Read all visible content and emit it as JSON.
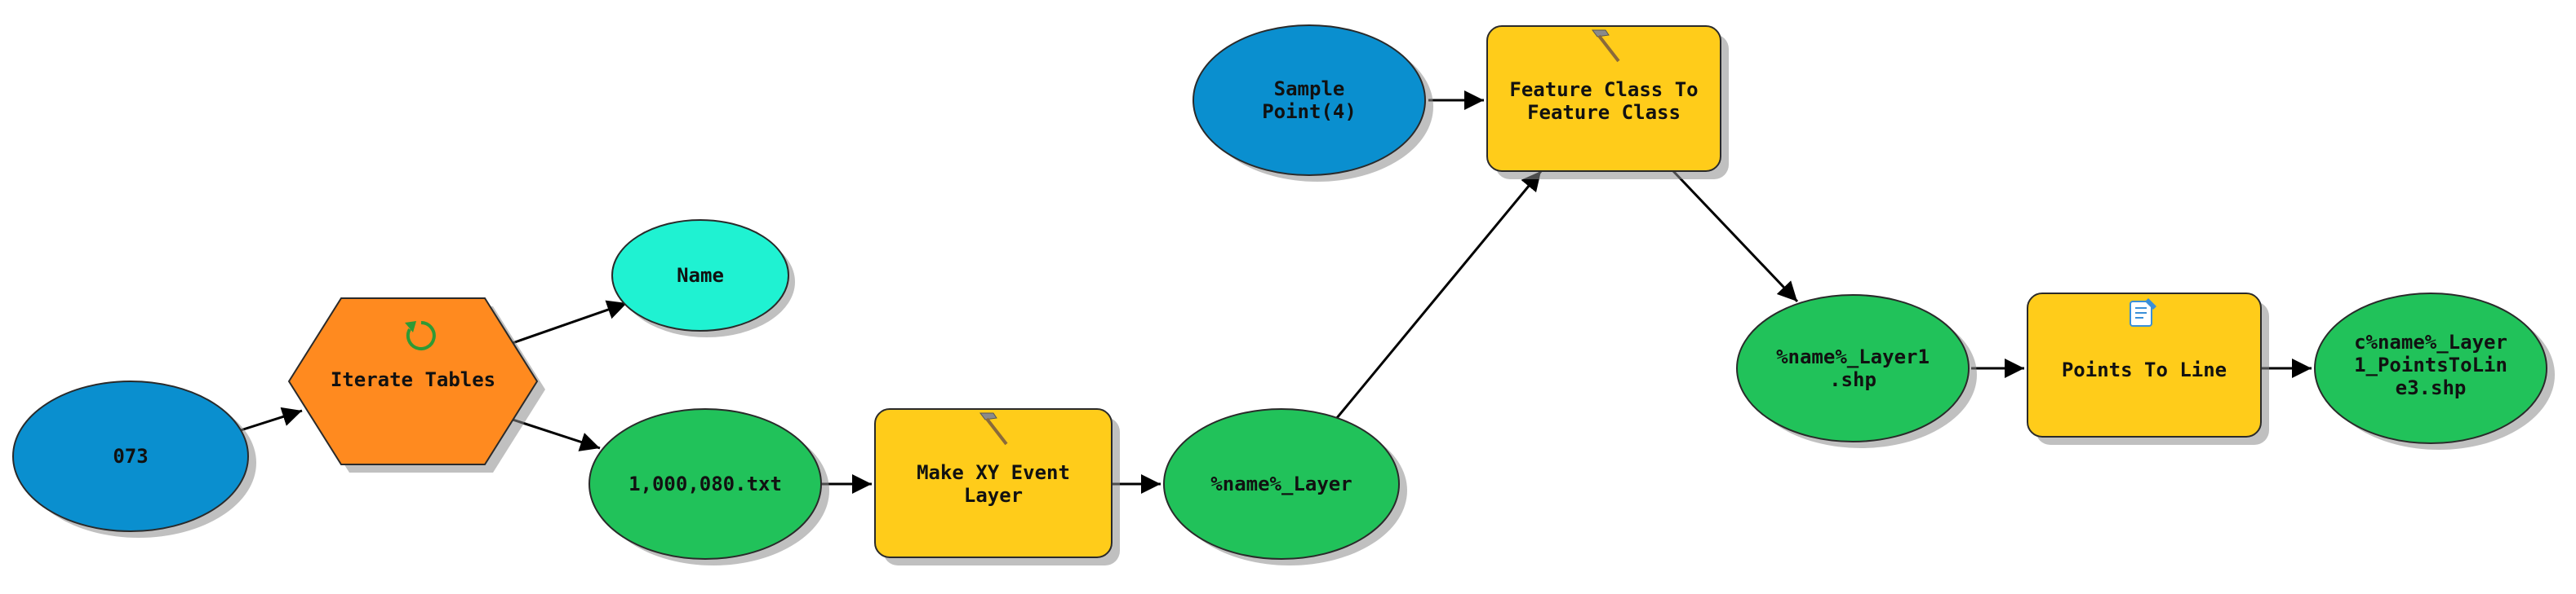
{
  "colors": {
    "data_blue": "#0a8fcf",
    "data_cyan": "#1ff2d2",
    "data_green": "#21c25a",
    "tool_yellow": "#ffcc1a",
    "iterator_orange": "#ff8a1f",
    "hammer_icon": "#8a8a8a",
    "iterate_icon": "#2e9a35",
    "script_icon": "#3a8fd8"
  },
  "nodes": {
    "n073": {
      "label": "073",
      "shape": "ellipse",
      "color": "data_blue"
    },
    "iterate_tables": {
      "label": "Iterate Tables",
      "shape": "hexagon",
      "color": "iterator_orange",
      "icon": "iterate-icon"
    },
    "name": {
      "label": "Name",
      "shape": "ellipse",
      "color": "data_cyan"
    },
    "txt": {
      "label": "1,000,080.txt",
      "shape": "ellipse",
      "color": "data_green"
    },
    "make_xy": {
      "label_lines": [
        "Make XY Event",
        "Layer"
      ],
      "shape": "rounded-rect",
      "color": "tool_yellow",
      "icon": "hammer-icon"
    },
    "name_layer": {
      "label": "%name%_Layer",
      "shape": "ellipse",
      "color": "data_green"
    },
    "sample_point": {
      "label_lines": [
        "Sample",
        "Point(4)"
      ],
      "shape": "ellipse",
      "color": "data_blue"
    },
    "fc_to_fc": {
      "label_lines": [
        "Feature Class To",
        "Feature Class"
      ],
      "shape": "rounded-rect",
      "color": "tool_yellow",
      "icon": "hammer-icon"
    },
    "layer1_shp": {
      "label_lines": [
        "%name%_Layer1",
        ".shp"
      ],
      "shape": "ellipse",
      "color": "data_green"
    },
    "points_to_line": {
      "label": "Points To Line",
      "shape": "rounded-rect",
      "color": "tool_yellow",
      "icon": "script-icon"
    },
    "output_shp": {
      "label_lines": [
        "c%name%_Layer",
        "1_PointsToLin",
        "e3.shp"
      ],
      "shape": "ellipse",
      "color": "data_green"
    }
  },
  "edges": [
    {
      "from": "n073",
      "to": "iterate_tables"
    },
    {
      "from": "iterate_tables",
      "to": "name"
    },
    {
      "from": "iterate_tables",
      "to": "txt"
    },
    {
      "from": "txt",
      "to": "make_xy"
    },
    {
      "from": "make_xy",
      "to": "name_layer"
    },
    {
      "from": "name_layer",
      "to": "fc_to_fc"
    },
    {
      "from": "sample_point",
      "to": "fc_to_fc"
    },
    {
      "from": "fc_to_fc",
      "to": "layer1_shp"
    },
    {
      "from": "layer1_shp",
      "to": "points_to_line"
    },
    {
      "from": "points_to_line",
      "to": "output_shp"
    }
  ]
}
